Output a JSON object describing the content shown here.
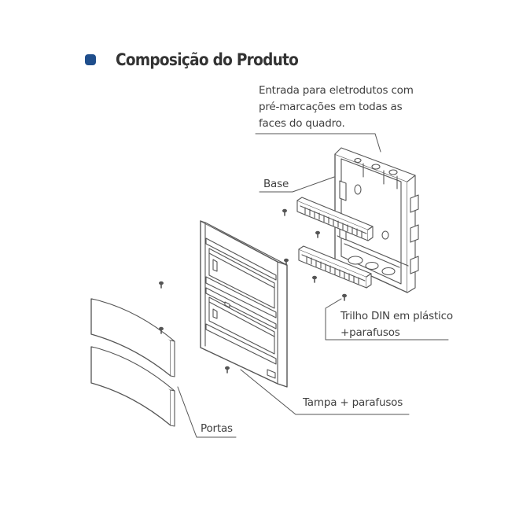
{
  "title": {
    "text": "Composição do Produto",
    "bullet_color": "#1f4e8c"
  },
  "labels": {
    "entrada": [
      "Entrada para eletrodutos com",
      "pré-marcações em todas as",
      "faces do quadro."
    ],
    "base": "Base",
    "trilho": [
      "Trilho DIN em plástico",
      "+parafusos"
    ],
    "tampa": "Tampa + parafusos",
    "portas": "Portas"
  },
  "colors": {
    "line": "#555555",
    "fill": "#ffffff"
  }
}
